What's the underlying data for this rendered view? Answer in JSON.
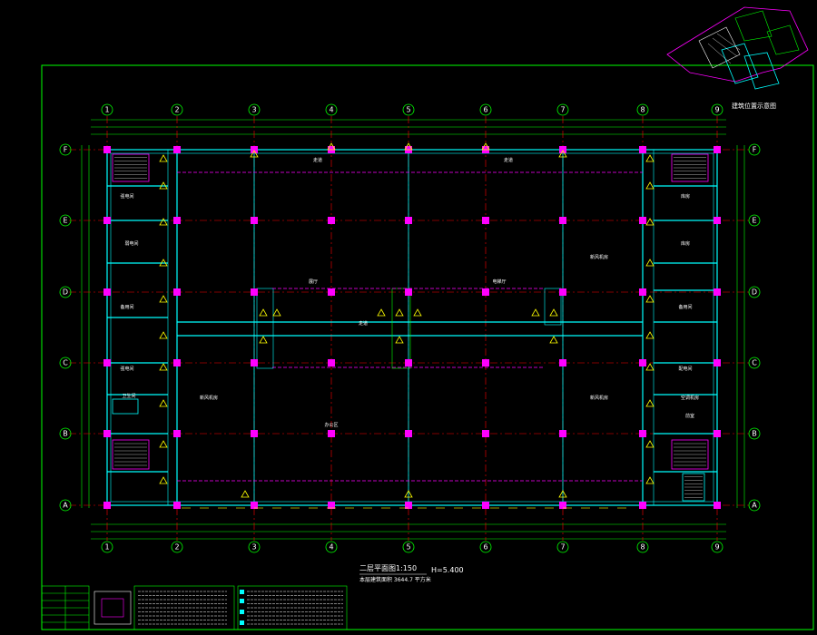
{
  "drawing": {
    "title": "二层平面图",
    "scale": "1:150",
    "elevation": "H=5.400",
    "subtitle": "本层建筑面积 3644.7 平方米",
    "key_plan_label": "建筑位置示意图"
  },
  "axes": {
    "columns": [
      "1",
      "2",
      "3",
      "4",
      "5",
      "6",
      "7",
      "8",
      "9"
    ],
    "rows_top_to_bottom": [
      "F",
      "E",
      "D",
      "C",
      "B",
      "A"
    ]
  },
  "rooms": [
    {
      "label": "强电间"
    },
    {
      "label": "弱电间"
    },
    {
      "label": "新风机房"
    },
    {
      "label": "备用间"
    },
    {
      "label": "库房"
    },
    {
      "label": "办公区"
    },
    {
      "label": "走道"
    },
    {
      "label": "卫生间"
    },
    {
      "label": "楼梯间"
    },
    {
      "label": "前室"
    },
    {
      "label": "电梯厅"
    },
    {
      "label": "空调机房"
    },
    {
      "label": "配电间"
    },
    {
      "label": "展厅"
    }
  ],
  "colors": {
    "background": "#000000",
    "frame": "#00ff00",
    "wall": "#00ffff",
    "column": "#ff00ff",
    "grid": "#ff0000",
    "annotation": "#ffff00",
    "text": "#ffffff",
    "dimension": "#00ff00"
  }
}
